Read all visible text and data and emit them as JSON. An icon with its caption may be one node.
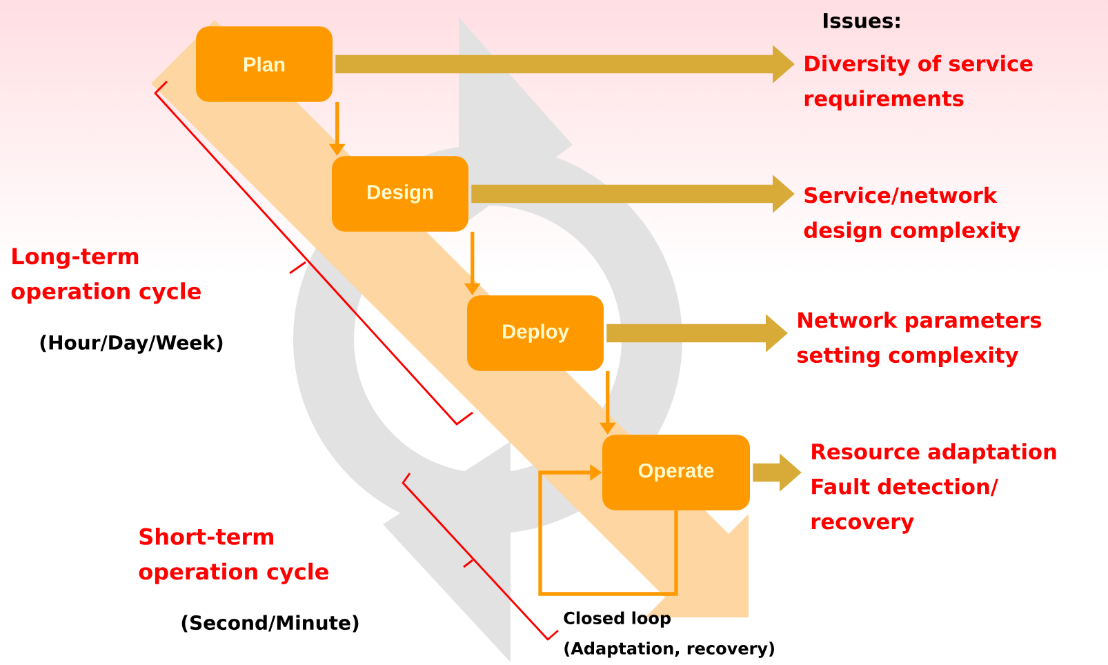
{
  "diagram": {
    "nodes": [
      {
        "text": [
          "Plan"
        ]
      },
      {
        "text": [
          "Design"
        ]
      },
      {
        "text": [
          "Deploy"
        ]
      },
      {
        "text": [
          "Operate"
        ]
      },
      {
        "text": [
          "Diversity of service requirements"
        ]
      },
      {
        "text": [
          "Service/network design complexity"
        ]
      },
      {
        "text": [
          "Network parameters setting complexity"
        ]
      },
      {
        "text": [
          "Resource adaptation",
          "Fault detection/ recovery"
        ]
      }
    ],
    "edges": [
      {
        "from": 0,
        "to": 1,
        "arrow": "to"
      },
      {
        "from": 1,
        "to": 2,
        "arrow": "to"
      },
      {
        "from": 2,
        "to": 3,
        "arrow": "to"
      },
      {
        "from": 3,
        "to": 3,
        "arrow": "to"
      },
      {
        "from": 0,
        "to": 4,
        "arrow": "to",
        "style": "thick",
        "color": "#d8aa38"
      },
      {
        "from": 1,
        "to": 5,
        "arrow": "to",
        "style": "thick",
        "color": "#d8aa38"
      },
      {
        "from": 2,
        "to": 6,
        "arrow": "to",
        "style": "thick",
        "color": "#d8aa38"
      },
      {
        "from": 3,
        "to": 7,
        "arrow": "to",
        "style": "thick",
        "color": "#d8aa38"
      }
    ],
    "labels": [
      "Issues:",
      "Long-term operation cycle",
      "(Hour/Day/Week)",
      "Short-term operation cycle",
      "(Second/Minute)",
      "Closed loop",
      "(Adaptation, recovery)"
    ]
  }
}
